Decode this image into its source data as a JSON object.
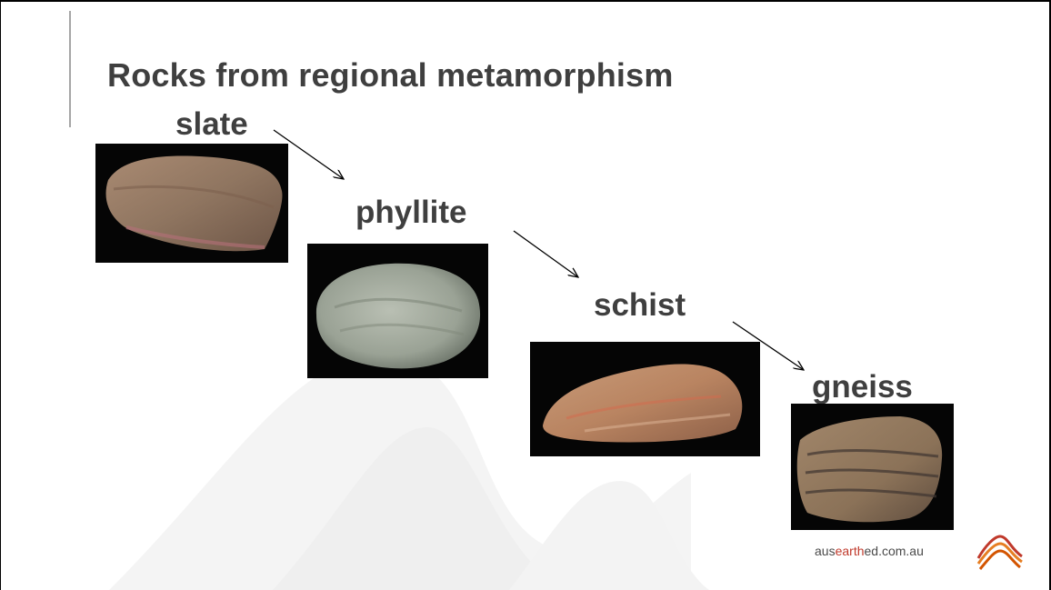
{
  "slide": {
    "title": "Rocks from regional metamorphism",
    "sequence": [
      {
        "label": "slate"
      },
      {
        "label": "phyllite"
      },
      {
        "label": "schist"
      },
      {
        "label": "gneiss"
      }
    ],
    "footer": {
      "site_prefix": "aus",
      "site_highlight": "earth",
      "site_suffix": "ed.com.au"
    }
  },
  "colors": {
    "title_text": "#3f3f3f",
    "accent_bar": "#a6a6a6",
    "watermark": "#f2f2f2",
    "site_highlight": "#c0392b"
  }
}
